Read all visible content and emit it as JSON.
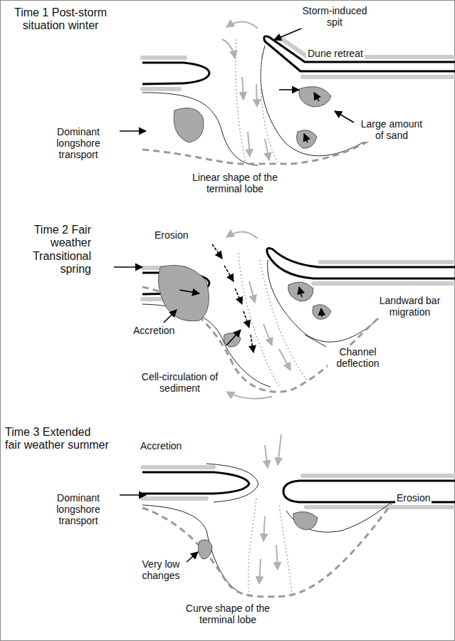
{
  "diagram": {
    "labels": [
      "Time 1 Post-storm situation winter",
      "Storm-induced spit",
      "Dune retreat",
      "Dominant longshore transport",
      "Large amount of sand",
      "Linear shape of the terminal lobe",
      "Time 2 Fair weather Transitional spring",
      "Erosion",
      "Accretion",
      "Landward bar migration",
      "Channel deflection",
      "Cell-circulation of sediment",
      "Time 3 Extended fair weather summer",
      "Accretion",
      "Erosion",
      "Dominant longshore transport",
      "Very low changes",
      "Curve shape of the terminal lobe"
    ]
  }
}
